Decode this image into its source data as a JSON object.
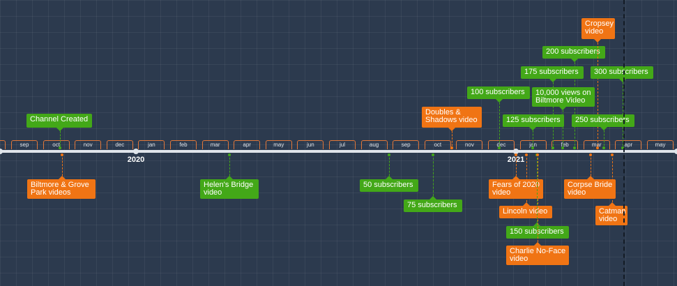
{
  "colors": {
    "background": "#2c3a4e",
    "milestone": "#43a818",
    "video": "#f07414",
    "axis": "#dfe4ea"
  },
  "timeline": {
    "months": [
      "sep",
      "oct",
      "nov",
      "dec",
      "jan",
      "feb",
      "mar",
      "apr",
      "may",
      "jun",
      "jul",
      "aug",
      "sep",
      "oct",
      "nov",
      "dec",
      "jan",
      "feb",
      "mar",
      "apr",
      "may"
    ],
    "years": [
      "2020",
      "2021"
    ]
  },
  "events": [
    {
      "text": "Channel Created",
      "type": "milestone"
    },
    {
      "text": "Biltmore & Grove\nPark videos",
      "type": "video"
    },
    {
      "text": "Helen's Bridge\nvideo",
      "type": "milestone"
    },
    {
      "text": "50 subscribers",
      "type": "milestone"
    },
    {
      "text": "75 subscribers",
      "type": "milestone"
    },
    {
      "text": "Doubles &\nShadows video",
      "type": "video"
    },
    {
      "text": "100 subscribers",
      "type": "milestone"
    },
    {
      "text": "Fears of 2020\nvideo",
      "type": "video"
    },
    {
      "text": "Lincoln video",
      "type": "video"
    },
    {
      "text": "150 subscribers",
      "type": "milestone"
    },
    {
      "text": "Charlie No-Face\nvideo",
      "type": "video"
    },
    {
      "text": "125 subscribers",
      "type": "milestone"
    },
    {
      "text": "175 subscribers",
      "type": "milestone"
    },
    {
      "text": "10,000 views on\nBiltmore Video",
      "type": "milestone"
    },
    {
      "text": "200 subscribers",
      "type": "milestone"
    },
    {
      "text": "Cropsey\nvideo",
      "type": "video"
    },
    {
      "text": "250 subscribers",
      "type": "milestone"
    },
    {
      "text": "Corpse Bride\nvideo",
      "type": "video"
    },
    {
      "text": "300 subscribers",
      "type": "milestone"
    },
    {
      "text": "Catman\nvideo",
      "type": "video"
    }
  ]
}
